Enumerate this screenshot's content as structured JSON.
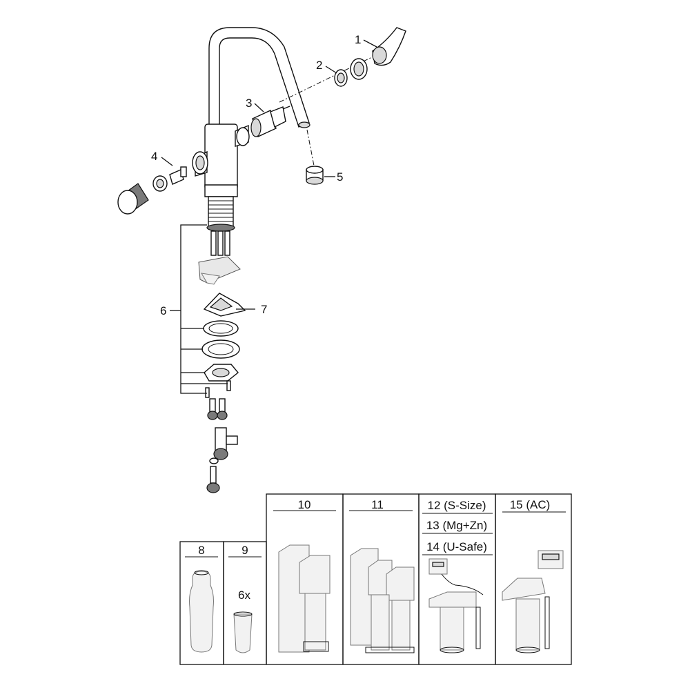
{
  "callouts": {
    "c1": "1",
    "c2": "2",
    "c3": "3",
    "c4": "4",
    "c5": "5",
    "c6": "6",
    "c7": "7"
  },
  "accessory_boxes": {
    "b8": "8",
    "b9": "9",
    "b9_qty": "6x",
    "b10": "10",
    "b11": "11",
    "b12": "12 (S-Size)",
    "b13": "13 (Mg+Zn)",
    "b14": "14 (U-Safe)",
    "b15": "15 (AC)"
  }
}
